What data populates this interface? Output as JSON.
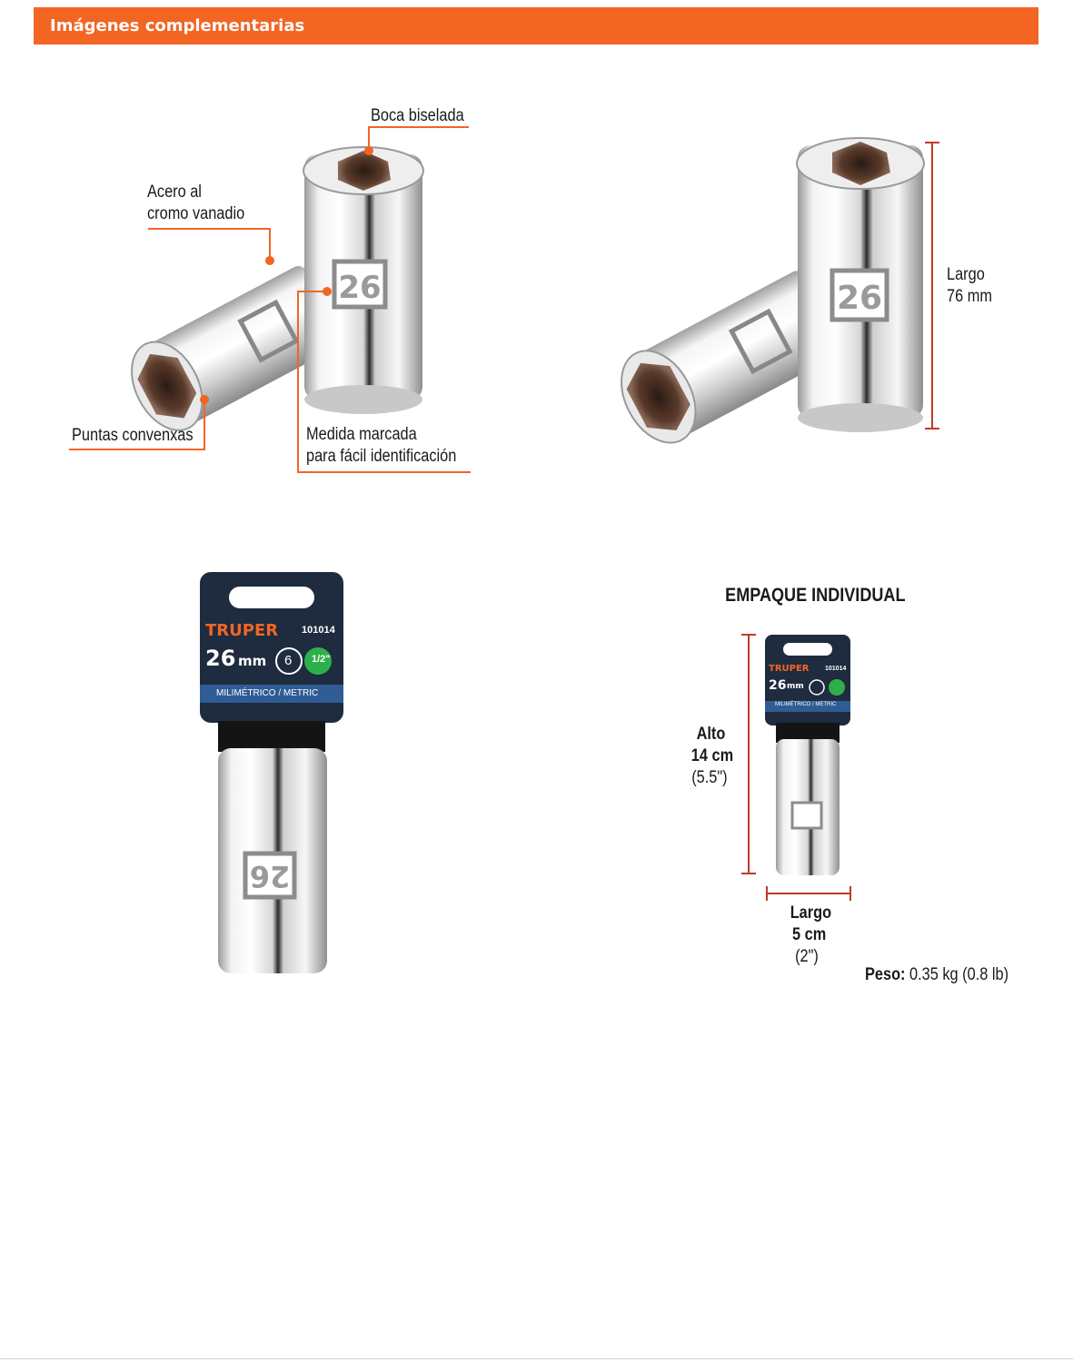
{
  "header": {
    "title": "Imágenes complementarias"
  },
  "features": {
    "boca": "Boca biselada",
    "acero_line1": "Acero al",
    "acero_line2": "cromo vanadio",
    "puntas": "Puntas convenxas",
    "medida_line1": "Medida marcada",
    "medida_line2": "para fácil identificación"
  },
  "dimension": {
    "label": "Largo",
    "value": "76 mm"
  },
  "package": {
    "brand": "TRUPER",
    "code": "101014",
    "size_number": "26",
    "size_unit": "mm",
    "points": "6",
    "drive": "1/2\"",
    "system": "MILIMÉTRICO / METRIC",
    "socket_marking": "26"
  },
  "empaque": {
    "title": "EMPAQUE INDIVIDUAL",
    "alto_label": "Alto",
    "alto_value": "14 cm",
    "alto_inches": "(5.5\")",
    "largo_label": "Largo",
    "largo_value": "5 cm",
    "largo_inches": "(2\")",
    "peso_label": "Peso:",
    "peso_value": "0.35 kg (0.8 lb)"
  },
  "colors": {
    "accent": "#f26522",
    "package_dark": "#1f2b3f",
    "package_band": "#2f5c94",
    "drive_green": "#2db04a"
  }
}
